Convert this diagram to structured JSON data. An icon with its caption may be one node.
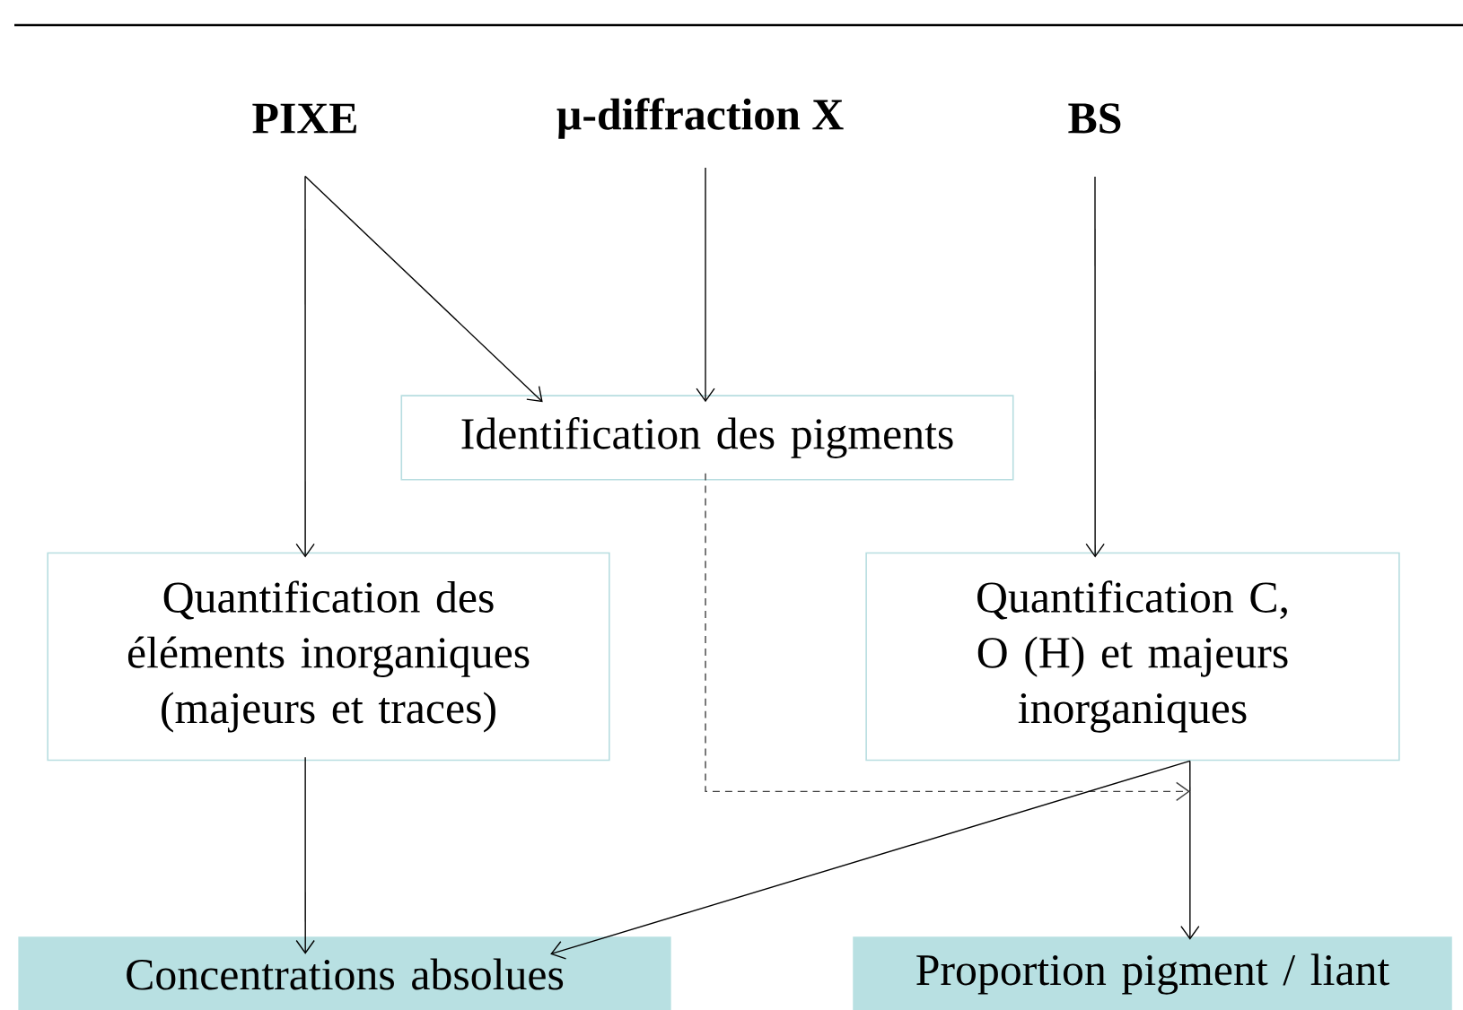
{
  "diagram": {
    "nodes": [
      {
        "text": [
          "PIXE"
        ]
      },
      {
        "text": [
          "µ-diffraction X"
        ]
      },
      {
        "text": [
          "BS"
        ]
      },
      {
        "text": [
          "Identification des pigments"
        ]
      },
      {
        "text": [
          "Quantification des éléments inorganiques (majeurs et traces)"
        ]
      },
      {
        "text": [
          "Quantification C, O (H) et majeurs inorganiques"
        ]
      },
      {
        "text": [
          "Concentrations absolues"
        ]
      },
      {
        "text": [
          "Proportion pigment / liant"
        ]
      }
    ],
    "edges": [
      {
        "from": 0,
        "to": 3,
        "arrow": "to"
      },
      {
        "from": 1,
        "to": 3,
        "arrow": "to"
      },
      {
        "from": 0,
        "to": 4,
        "arrow": "to"
      },
      {
        "from": 2,
        "to": 5,
        "arrow": "to"
      },
      {
        "from": 3,
        "to": 7,
        "arrow": "to",
        "style": "dashed",
        "color": "#404040"
      },
      {
        "from": 4,
        "to": 6,
        "arrow": "to"
      },
      {
        "from": 5,
        "to": 6,
        "arrow": "to"
      },
      {
        "from": 5,
        "to": 7,
        "arrow": "to"
      }
    ]
  }
}
